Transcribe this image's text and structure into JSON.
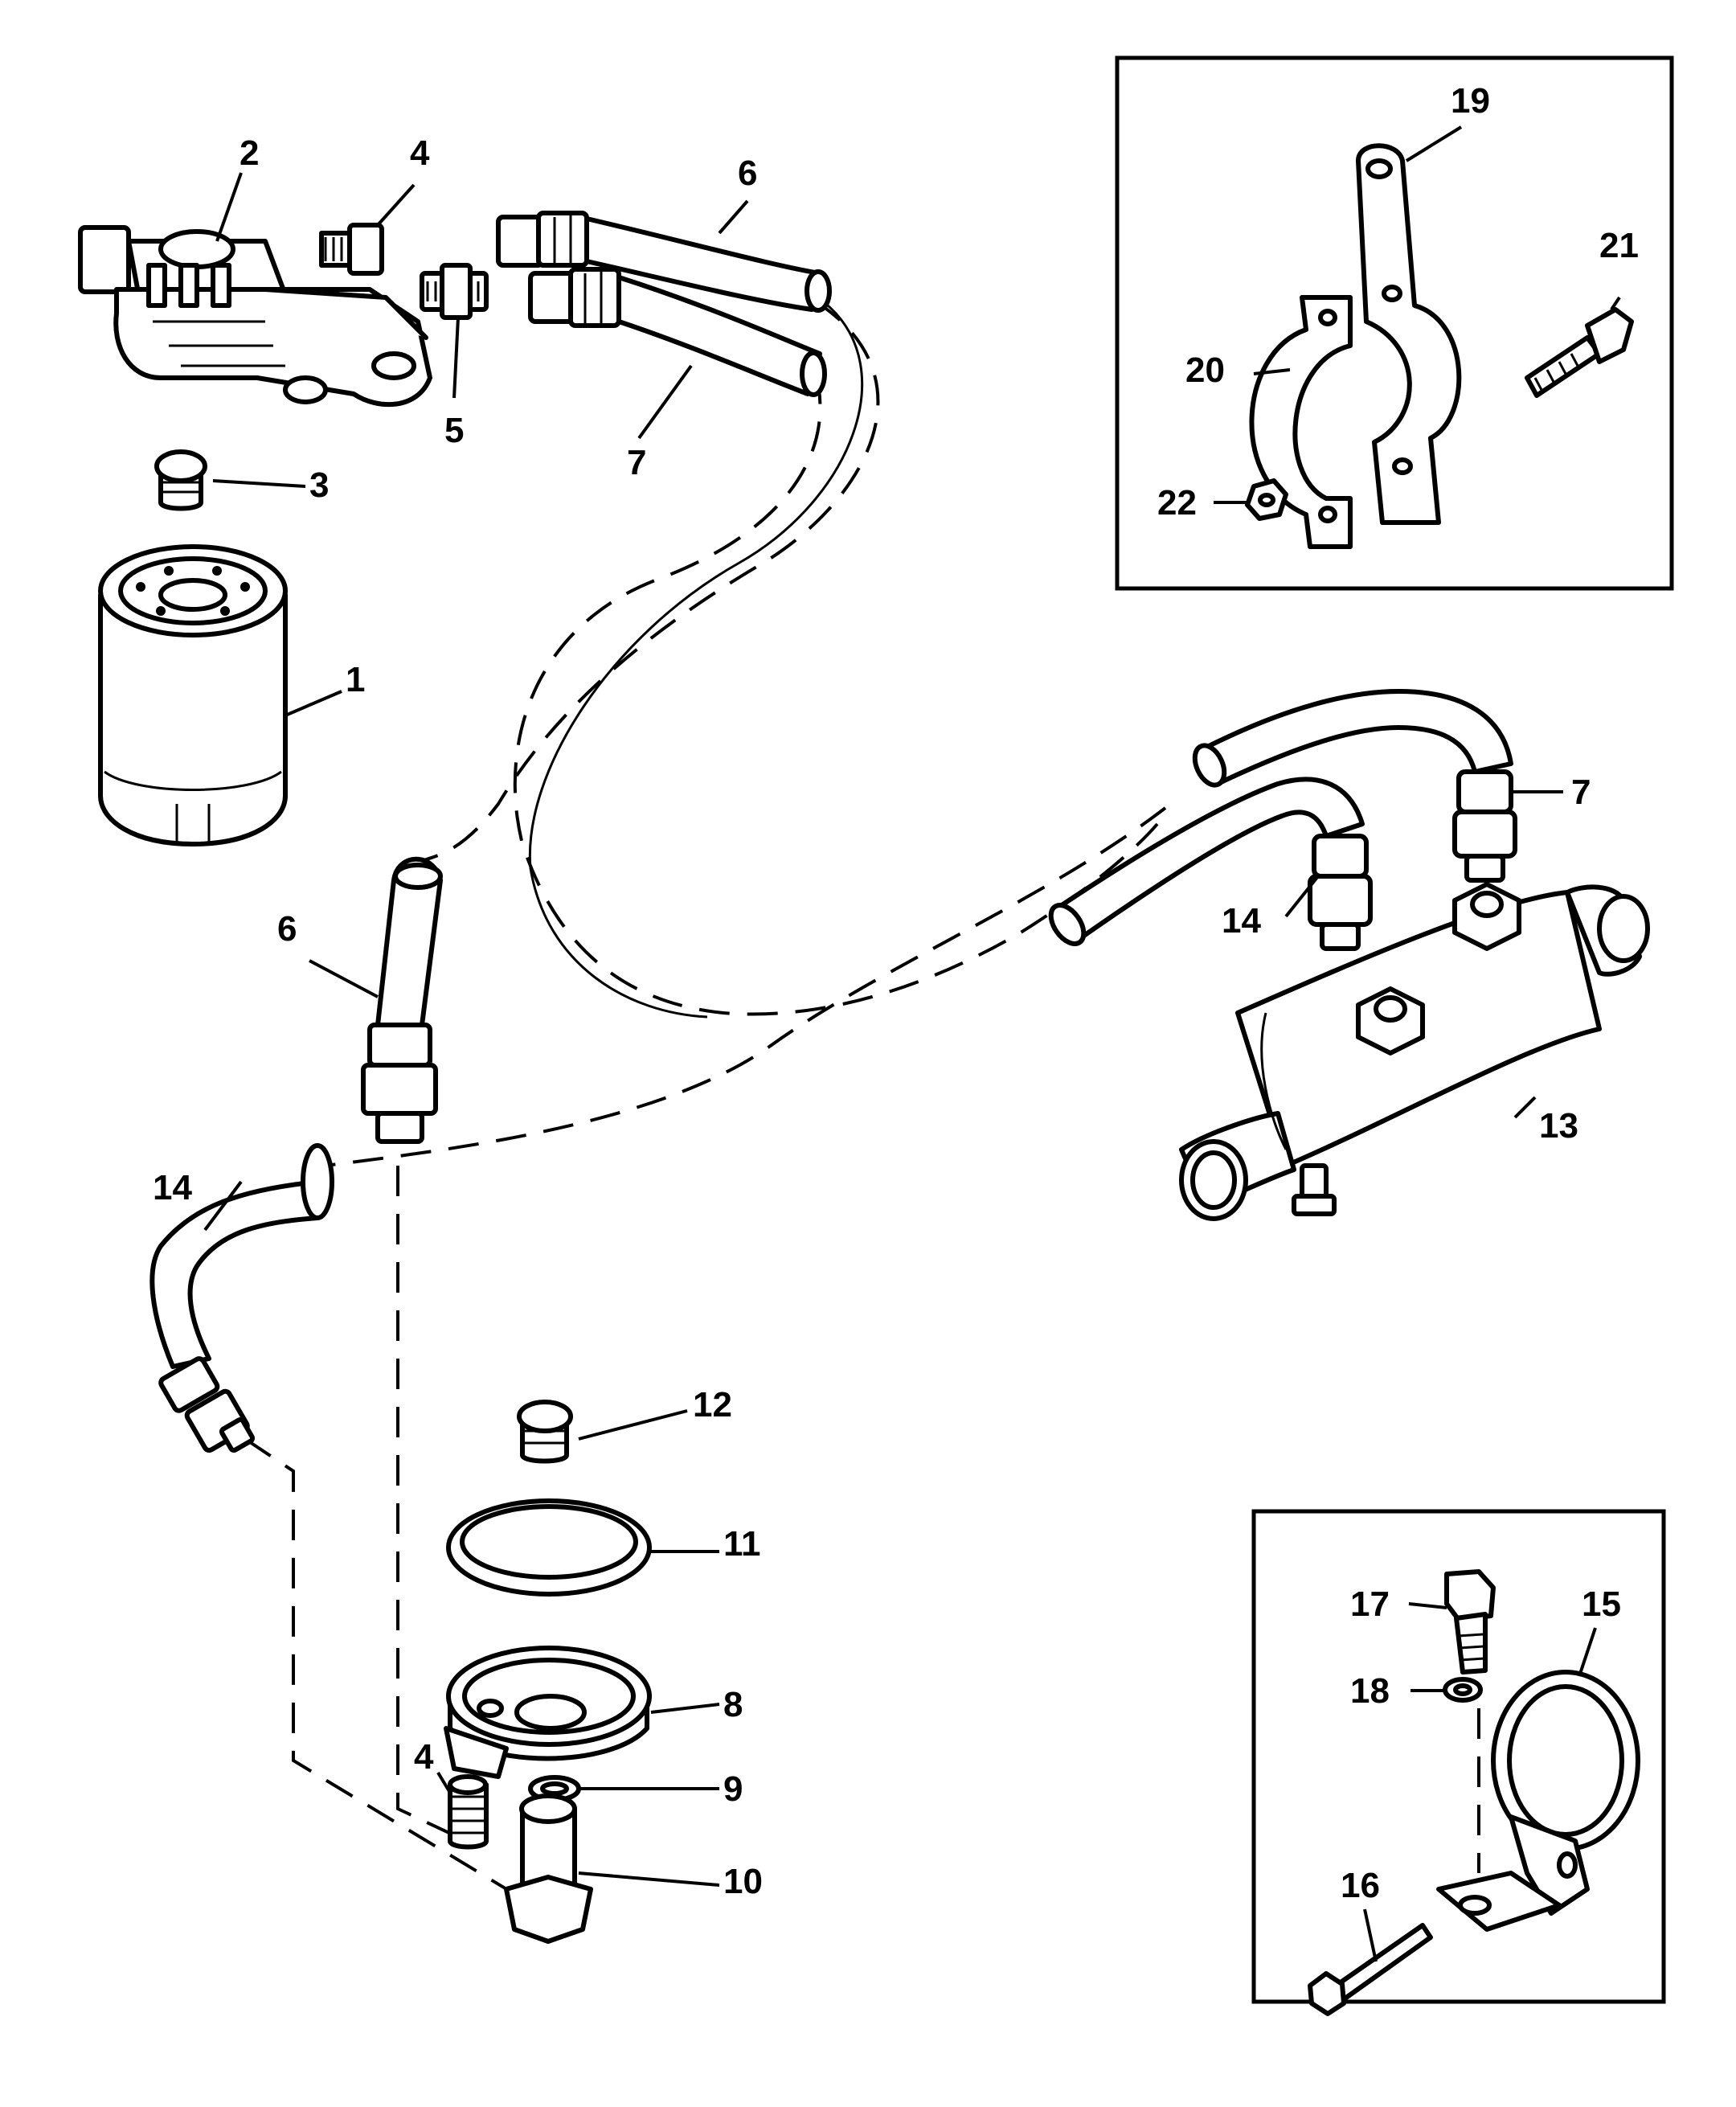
{
  "callouts": {
    "c1": "1",
    "c2": "2",
    "c3": "3",
    "c4a": "4",
    "c5": "5",
    "c6a": "6",
    "c7a": "7",
    "c6b": "6",
    "c7b": "7",
    "c14a": "14",
    "c13": "13",
    "c14b": "14",
    "c12": "12",
    "c11": "11",
    "c8": "8",
    "c9": "9",
    "c4b": "4",
    "c10": "10",
    "c19": "19",
    "c20": "20",
    "c21": "21",
    "c22": "22",
    "c17": "17",
    "c18": "18",
    "c15": "15",
    "c16": "16"
  },
  "parts": [
    {
      "ref": "1",
      "icon": "oil-filter-icon"
    },
    {
      "ref": "2",
      "icon": "filter-adapter-bracket-icon"
    },
    {
      "ref": "3",
      "icon": "plug-fitting-icon"
    },
    {
      "ref": "4",
      "icon": "fitting-icon"
    },
    {
      "ref": "5",
      "icon": "fitting-icon"
    },
    {
      "ref": "6",
      "icon": "hose-icon"
    },
    {
      "ref": "7",
      "icon": "hose-icon"
    },
    {
      "ref": "8",
      "icon": "filter-adapter-icon"
    },
    {
      "ref": "9",
      "icon": "washer-icon"
    },
    {
      "ref": "10",
      "icon": "nut-connector-icon"
    },
    {
      "ref": "11",
      "icon": "gasket-ring-icon"
    },
    {
      "ref": "12",
      "icon": "plug-fitting-icon"
    },
    {
      "ref": "13",
      "icon": "oil-cooler-icon"
    },
    {
      "ref": "14",
      "icon": "hose-icon"
    },
    {
      "ref": "15",
      "icon": "clamp-icon"
    },
    {
      "ref": "16",
      "icon": "bolt-icon"
    },
    {
      "ref": "17",
      "icon": "bolt-icon"
    },
    {
      "ref": "18",
      "icon": "washer-icon"
    },
    {
      "ref": "19",
      "icon": "clamp-half-icon"
    },
    {
      "ref": "20",
      "icon": "clamp-half-icon"
    },
    {
      "ref": "21",
      "icon": "screw-icon"
    },
    {
      "ref": "22",
      "icon": "nut-icon"
    }
  ]
}
